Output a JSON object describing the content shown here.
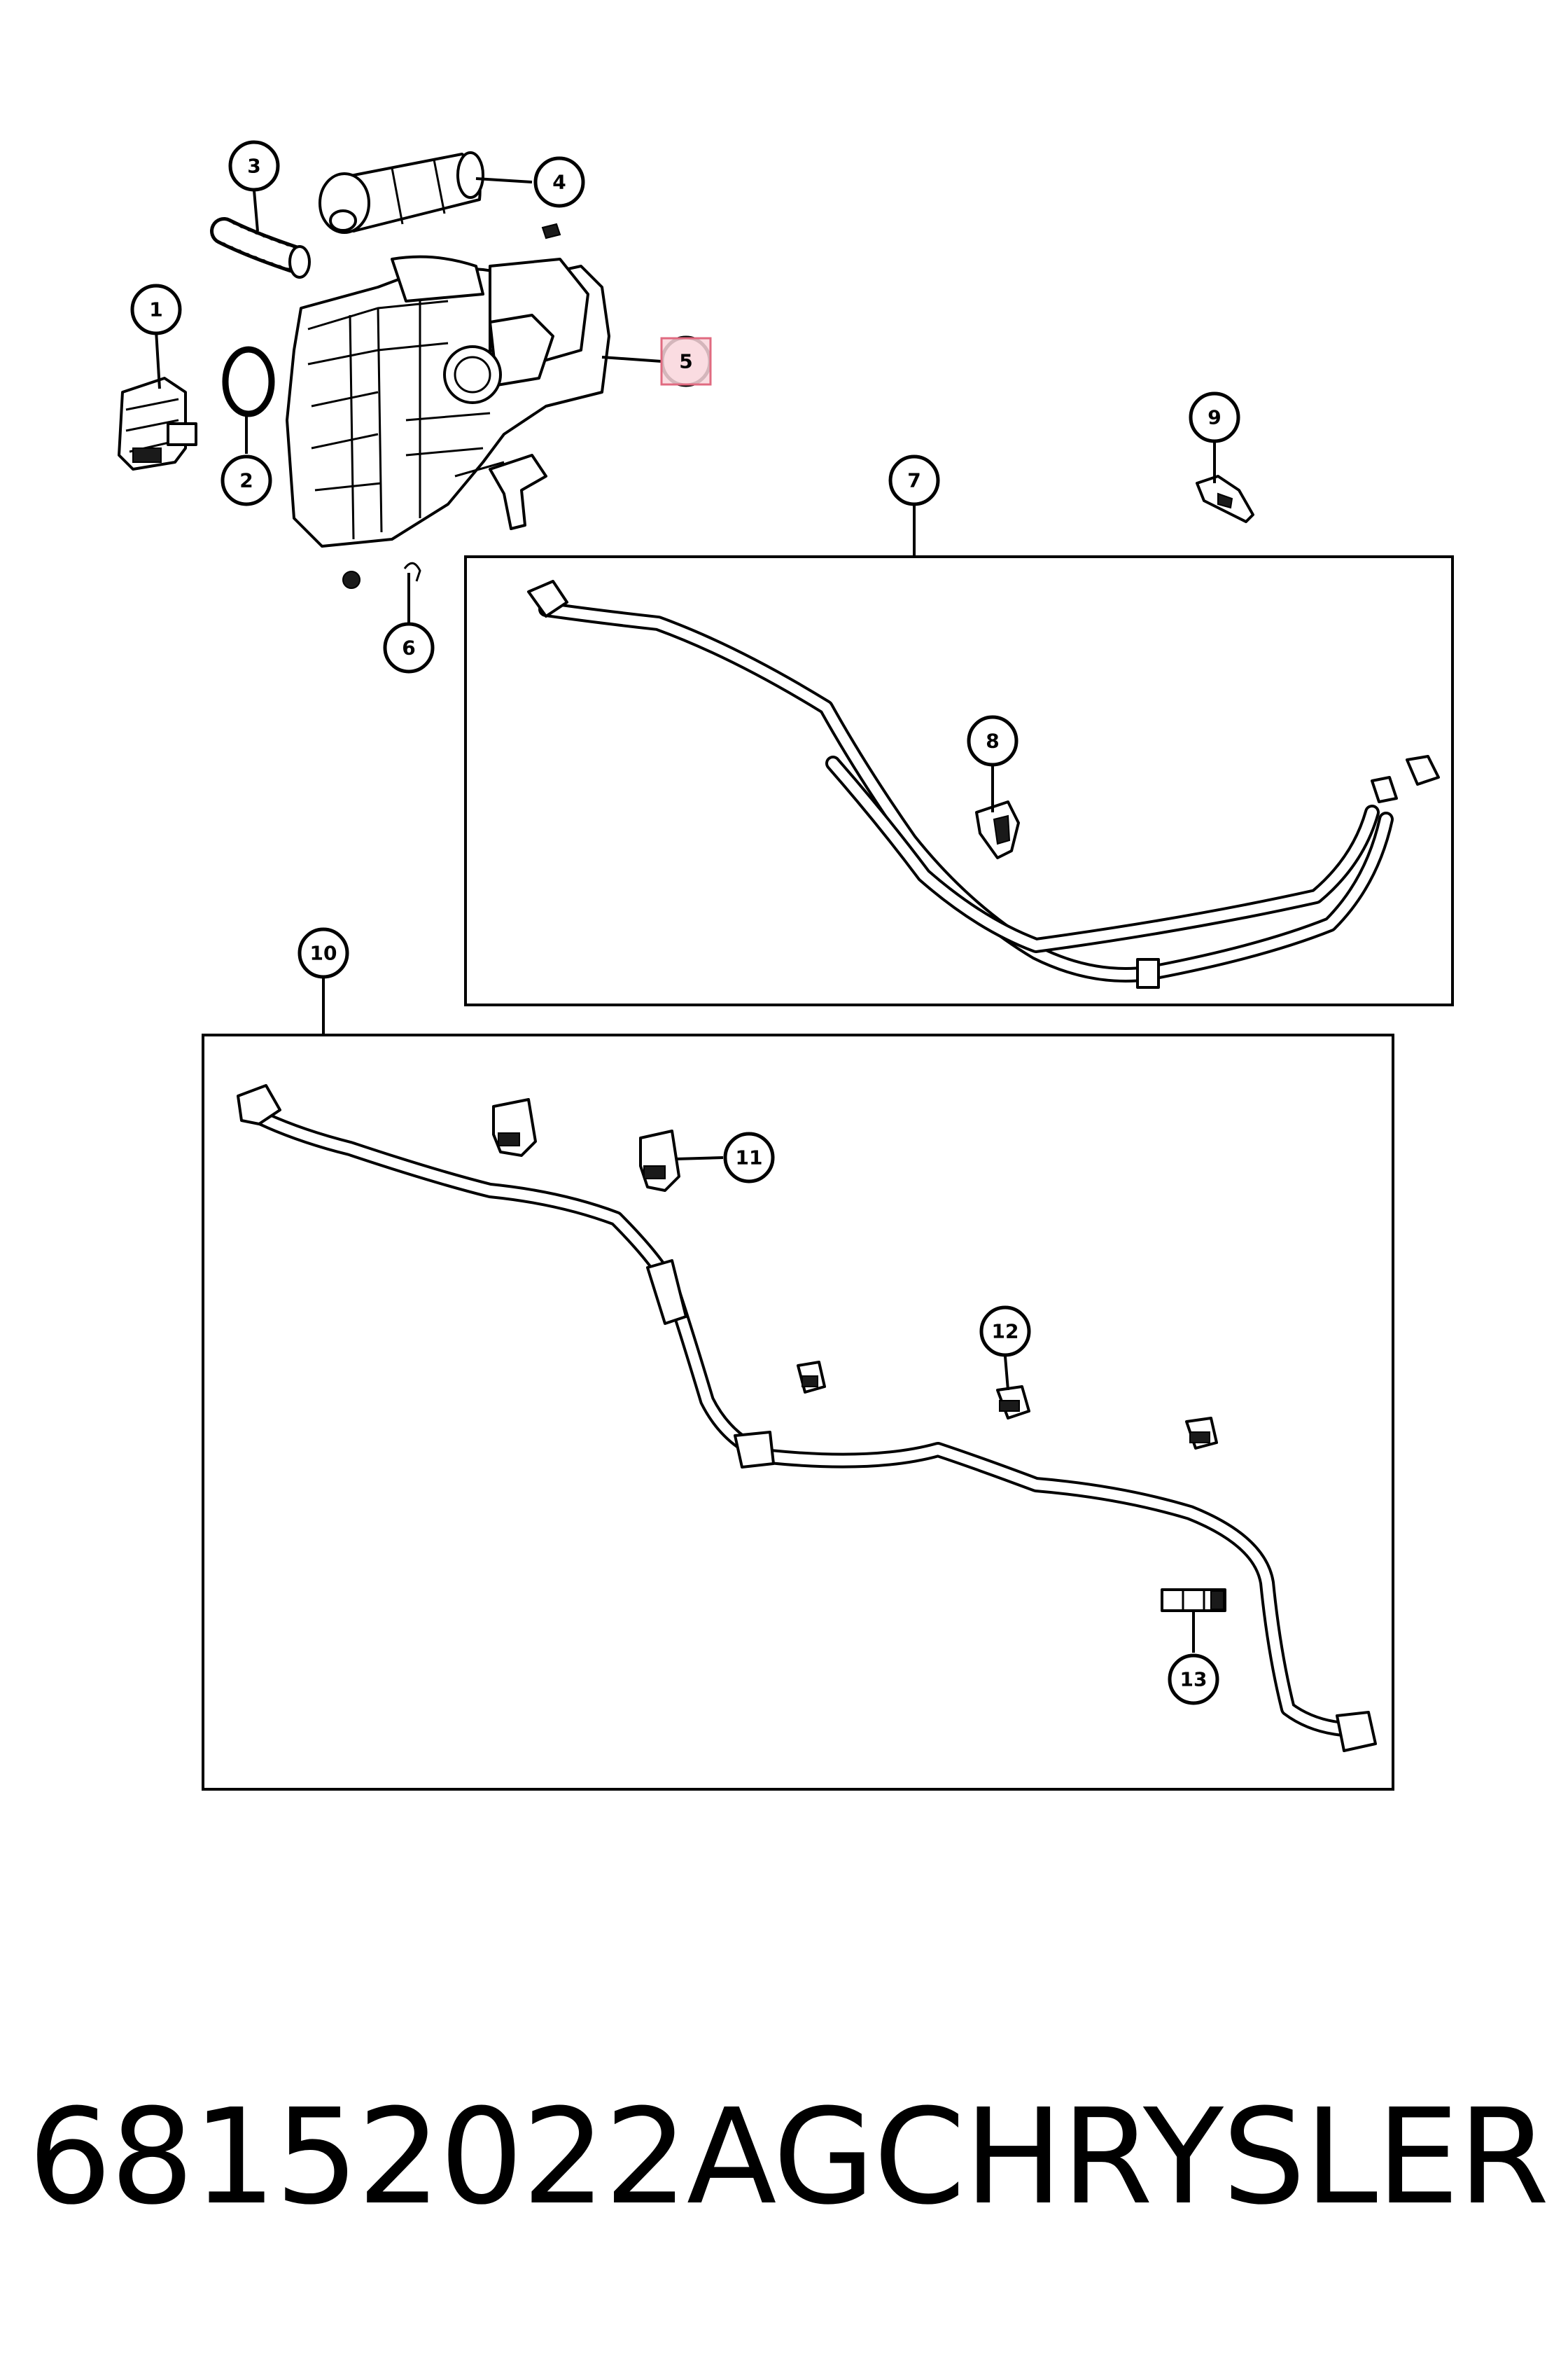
{
  "callouts": [
    {
      "id": "1",
      "label": "1"
    },
    {
      "id": "2",
      "label": "2"
    },
    {
      "id": "3",
      "label": "3"
    },
    {
      "id": "4",
      "label": "4"
    },
    {
      "id": "5",
      "label": "5",
      "highlighted": true
    },
    {
      "id": "6",
      "label": "6"
    },
    {
      "id": "7",
      "label": "7"
    },
    {
      "id": "8",
      "label": "8"
    },
    {
      "id": "9",
      "label": "9"
    },
    {
      "id": "10",
      "label": "10"
    },
    {
      "id": "11",
      "label": "11"
    },
    {
      "id": "12",
      "label": "12"
    },
    {
      "id": "13",
      "label": "13"
    }
  ],
  "colors": {
    "line": "#000000",
    "background": "#ffffff",
    "highlight_fill": "#f9d6dc",
    "highlight_stroke": "#e06a80"
  },
  "footer": {
    "part_number": "68152022AG",
    "brand": "CHRYSLER"
  }
}
